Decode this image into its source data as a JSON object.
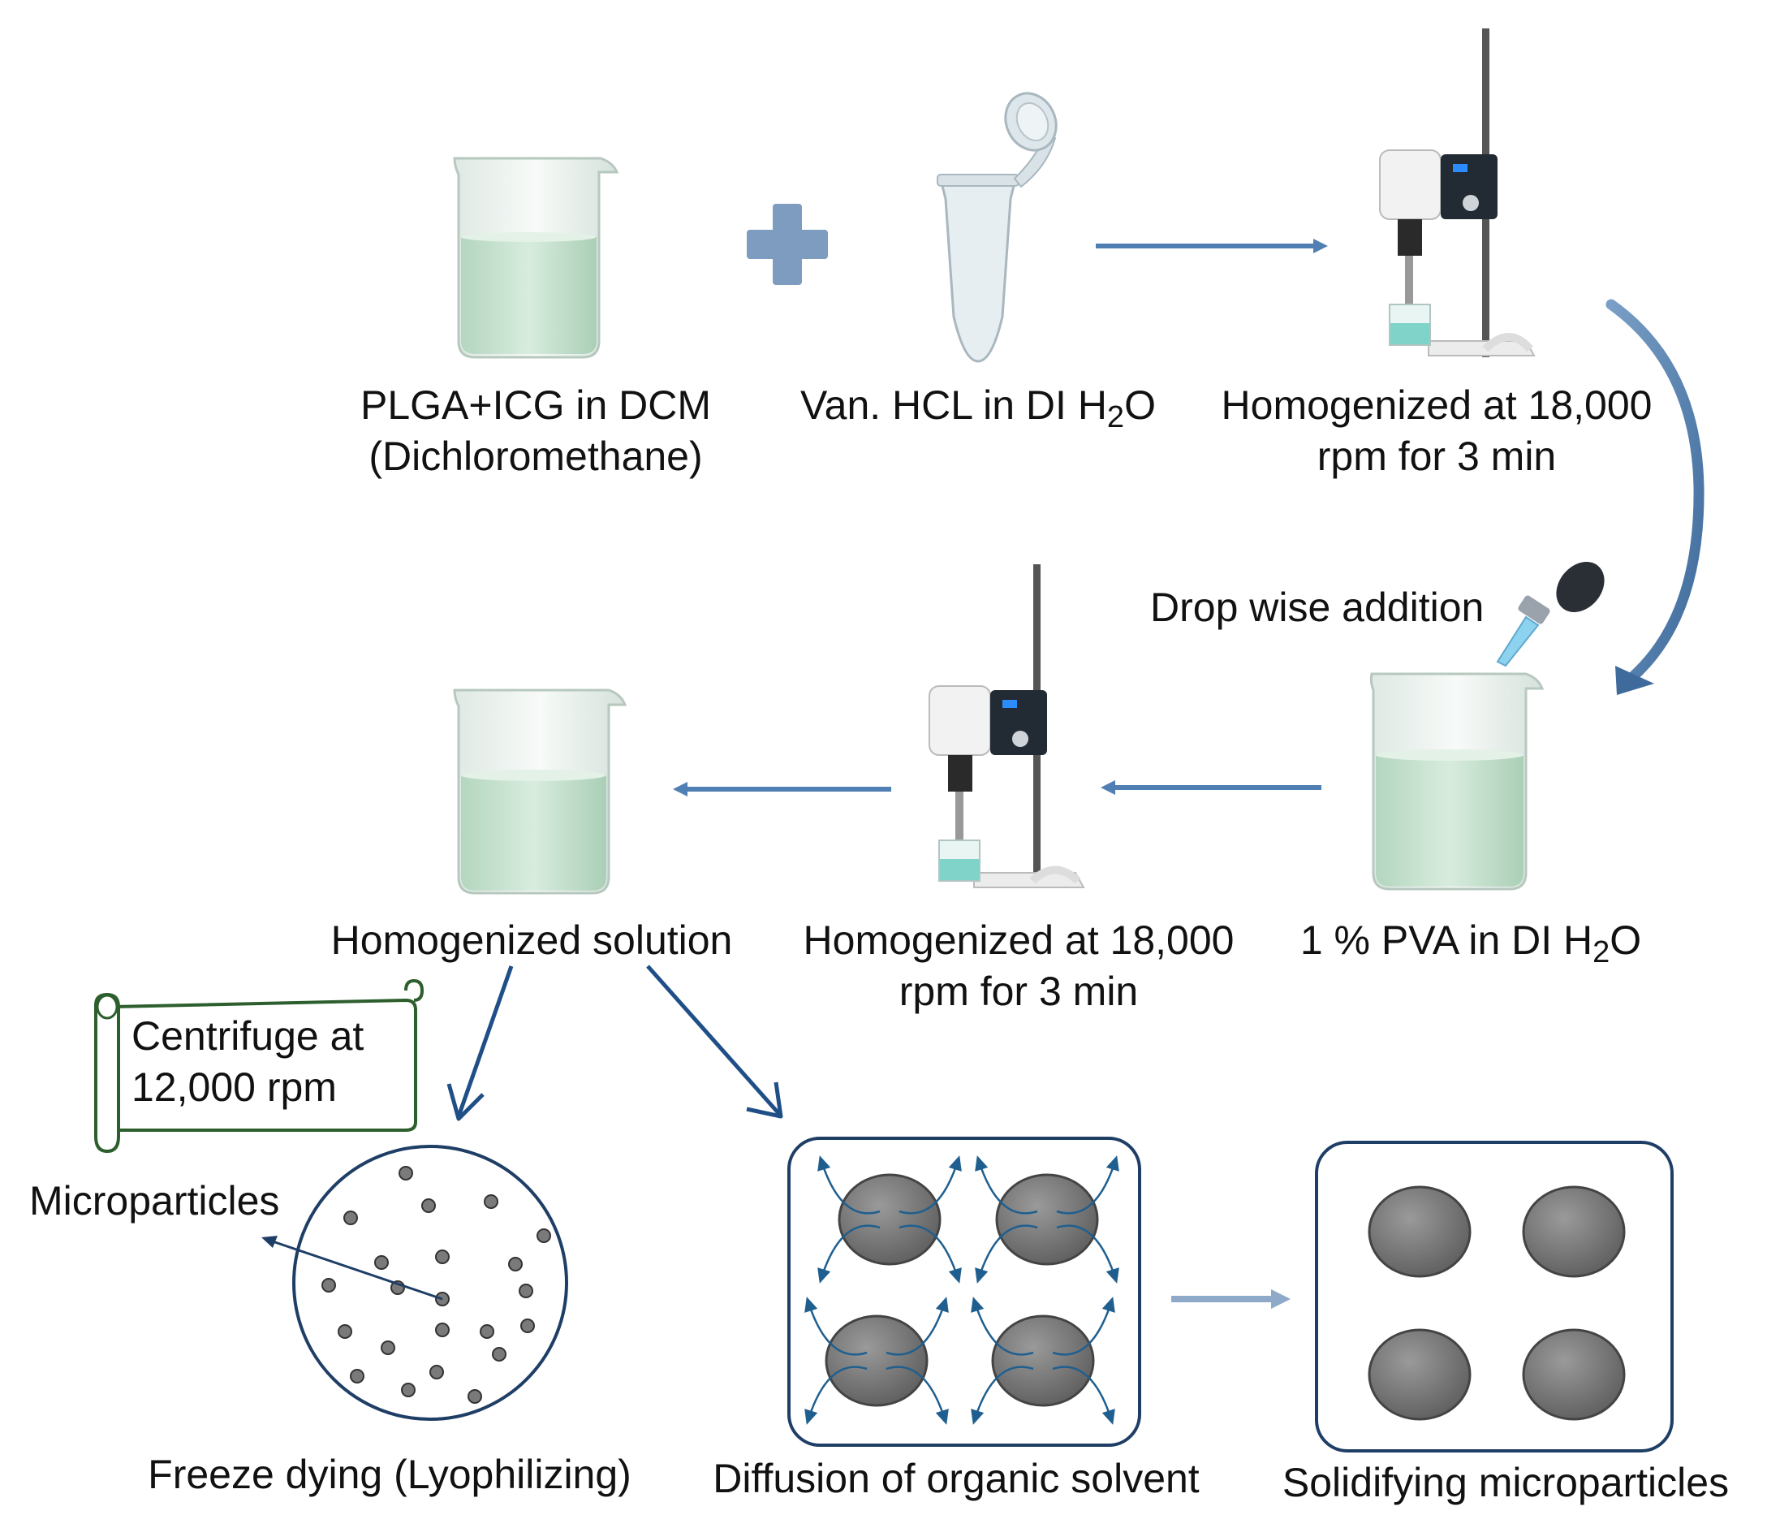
{
  "labels": {
    "plga_line1": "PLGA+ICG in DCM",
    "plga_line2": "(Dichloromethane)",
    "van_prefix": "Van. HCL in DI H",
    "van_sub": "2",
    "van_suffix": "O",
    "homog1_line1": "Homogenized at 18,000",
    "homog1_line2": "rpm for 3 min",
    "dropwise": "Drop wise addition",
    "pva_prefix": "1 % PVA in DI H",
    "pva_sub": "2",
    "pva_suffix": "O",
    "homog2_line1": "Homogenized at 18,000",
    "homog2_line2": "rpm for 3 min",
    "homog_solution": "Homogenized solution",
    "centrifuge_line1": "Centrifuge at",
    "centrifuge_line2": "12,000 rpm",
    "microparticles": "Microparticles",
    "freeze": "Freeze dying (Lyophilizing)",
    "diffusion": "Diffusion of organic solvent",
    "solidifying": "Solidifying microparticles"
  },
  "colors": {
    "arrow_blue": "#1f4f86",
    "process_arrow": "#4f7fb3",
    "liquid_green": "#cfe6d6",
    "liquid_teal": "#7fd3c8",
    "particle_gray": "#7a7a7a",
    "scroll_green": "#2d5e2d",
    "plus_blue": "#7d9cc0"
  }
}
